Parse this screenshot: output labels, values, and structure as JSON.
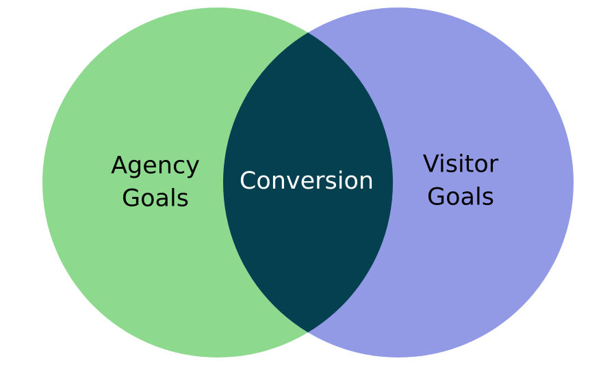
{
  "venn": {
    "background_color": "#ffffff",
    "left_set": {
      "label": "Agency\nGoals",
      "fill_color": "#8DD98D",
      "text_color": "#000000"
    },
    "right_set": {
      "label": "Visitor\nGoals",
      "fill_color": "#929AE5",
      "text_color": "#000000"
    },
    "intersection": {
      "label": "Conversion",
      "fill_color": "#04404F",
      "text_color": "#ffffff"
    }
  }
}
